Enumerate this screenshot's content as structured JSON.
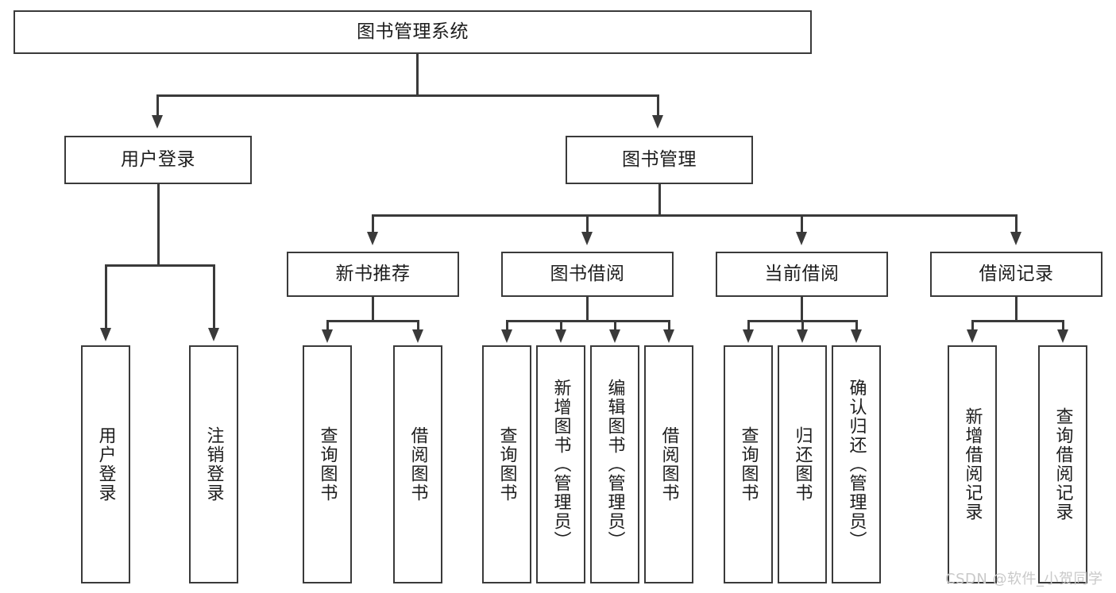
{
  "diagram": {
    "title": "图书管理系统",
    "type": "tree-hierarchy-diagram",
    "colors": {
      "background": "#ffffff",
      "stroke": "#3a3a3a",
      "text": "#1d1d1d",
      "watermark": "#c9c9c9"
    },
    "nodes": {
      "root": {
        "label": "图书管理系统"
      },
      "level2": [
        {
          "label": "用户登录"
        },
        {
          "label": "图书管理"
        }
      ],
      "level3": [
        {
          "label": "新书推荐"
        },
        {
          "label": "图书借阅"
        },
        {
          "label": "当前借阅"
        },
        {
          "label": "借阅记录"
        }
      ],
      "leaves_user_login": [
        {
          "label": "用户登录"
        },
        {
          "label": "注销登录"
        }
      ],
      "leaves_new_book": [
        {
          "label": "查询图书"
        },
        {
          "label": "借阅图书"
        }
      ],
      "leaves_borrow": [
        {
          "label": "查询图书"
        },
        {
          "label": "新增图书（管理员）"
        },
        {
          "label": "编辑图书（管理员）"
        },
        {
          "label": "借阅图书"
        }
      ],
      "leaves_current": [
        {
          "label": "查询图书"
        },
        {
          "label": "归还图书"
        },
        {
          "label": "确认归还（管理员）"
        }
      ],
      "leaves_records": [
        {
          "label": "新增借阅记录"
        },
        {
          "label": "查询借阅记录"
        }
      ]
    }
  },
  "watermark": {
    "text": "CSDN @软件_小贺同学"
  }
}
